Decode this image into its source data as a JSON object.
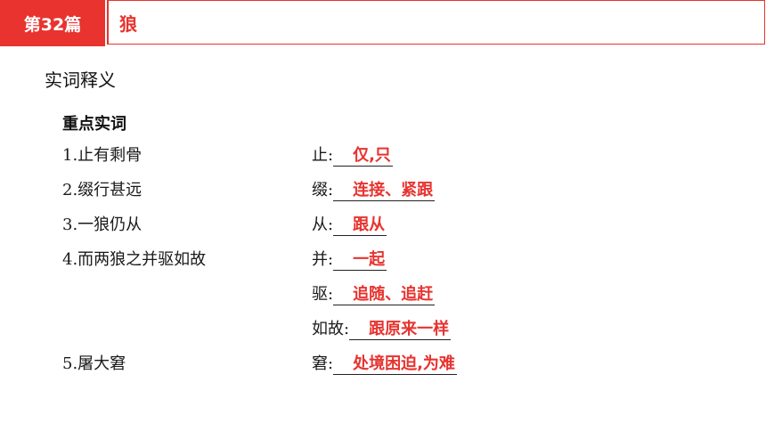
{
  "header": {
    "badge": "第32篇",
    "title": "狼"
  },
  "section_title": "实词释义",
  "subheading": "重点实词",
  "rows": [
    {
      "phrase": "1.止有剩骨",
      "label": "止:",
      "answer": "仅,只"
    },
    {
      "phrase": "2.缀行甚远",
      "label": "缀:",
      "answer": "连接、紧跟"
    },
    {
      "phrase": "3.一狼仍从",
      "label": "从:",
      "answer": "跟从"
    },
    {
      "phrase": "4.而两狼之并驱如故",
      "label": "并:",
      "answer": "一起"
    },
    {
      "phrase": "",
      "label": "驱:",
      "answer": "追随、追赶"
    },
    {
      "phrase": "",
      "label": "如故:",
      "answer": "跟原来一样"
    },
    {
      "phrase": "5.屠大窘",
      "label": "窘:",
      "answer": "处境困迫,为难"
    }
  ],
  "colors": {
    "accent": "#e8332f"
  }
}
